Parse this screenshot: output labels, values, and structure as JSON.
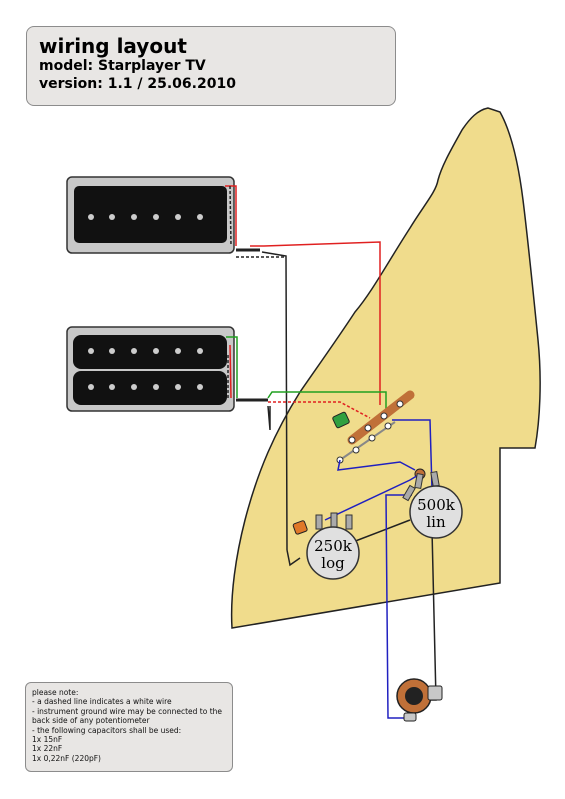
{
  "header": {
    "title": "wiring layout",
    "model": "model: Starplayer TV",
    "version": "version: 1.1 / 25.06.2010"
  },
  "pots": {
    "volume": {
      "value": "250k",
      "taper": "log"
    },
    "tone": {
      "value": "500k",
      "taper": "lin"
    }
  },
  "notes": {
    "lines": [
      "please note:",
      "- a dashed line indicates a white wire",
      "- instrument ground wire may be connected to the",
      "back side of any potentiometer",
      "- the following capacitors shall be used:",
      "1x 15nF",
      "1x 22nF",
      "1x 0,22nF (220pF)"
    ]
  },
  "colors": {
    "pickguard": "#f0dc8c",
    "pickup_cover": "#111111",
    "pickup_frame": "#c8c8c8",
    "switch_body": "#c07038",
    "wire_black": "#222222",
    "wire_red": "#e02020",
    "wire_green": "#20a020",
    "wire_blue": "#2020c0",
    "cap_green": "#30a040",
    "cap_orange": "#e07828"
  }
}
